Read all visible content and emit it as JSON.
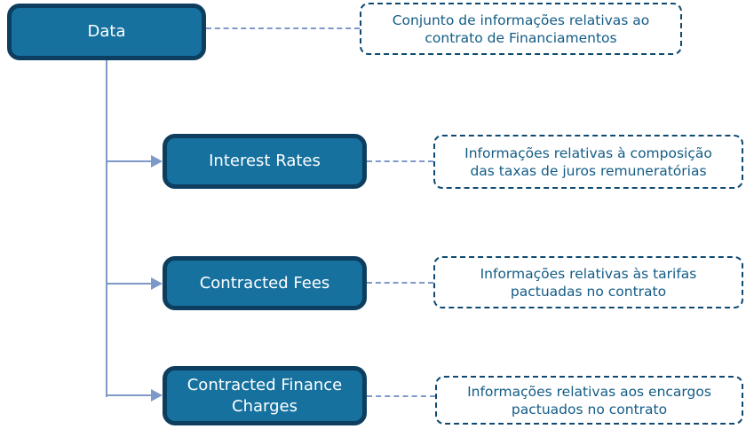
{
  "colors": {
    "bg": "#FFFFFF",
    "node-fill": "#16719F",
    "node-border": "#0D3E5F",
    "node-text": "#FFFFFF",
    "connector": "#7E99C8",
    "note-border": "#0F4971",
    "note-text": "#135C86"
  },
  "nodes": [
    {
      "id": "data",
      "label": "Data"
    },
    {
      "id": "interest-rates",
      "label": "Interest Rates"
    },
    {
      "id": "contracted-fees",
      "label": "Contracted Fees"
    },
    {
      "id": "contracted-finance-charges",
      "label": "Contracted Finance Charges"
    }
  ],
  "notes": [
    {
      "for": "data",
      "line1": "Conjunto de informações relativas ao",
      "line2": "contrato de Financiamentos"
    },
    {
      "for": "interest-rates",
      "line1": "Informações relativas à composição",
      "line2": "das taxas de juros remuneratórias"
    },
    {
      "for": "contracted-fees",
      "line1": "Informações relativas às tarifas",
      "line2": "pactuadas no contrato"
    },
    {
      "for": "contracted-finance-charges",
      "line1": "Informações relativas aos encargos",
      "line2": "pactuados no contrato"
    }
  ]
}
